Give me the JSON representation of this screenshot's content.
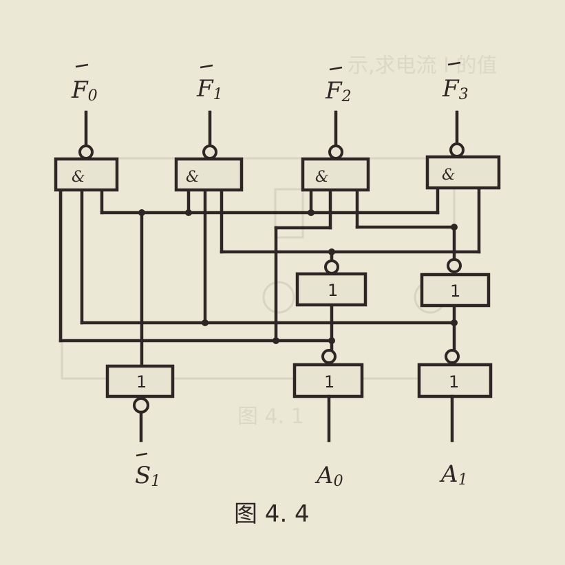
{
  "labels": {
    "f0": {
      "base": "F",
      "sub": "0"
    },
    "f1": {
      "base": "F",
      "sub": "1"
    },
    "f2": {
      "base": "F",
      "sub": "2"
    },
    "f3": {
      "base": "F",
      "sub": "3"
    },
    "s1": {
      "base": "S",
      "sub": "1"
    },
    "a0": {
      "base": "A",
      "sub": "0"
    },
    "a1": {
      "base": "A",
      "sub": "1"
    }
  },
  "gate_symbols": {
    "and": "&",
    "buffer": "1"
  },
  "caption": "图 4. 4",
  "bleed_through": {
    "top_text": "示,求电流 I 的值",
    "bottom_text": "图 4. 1"
  }
}
